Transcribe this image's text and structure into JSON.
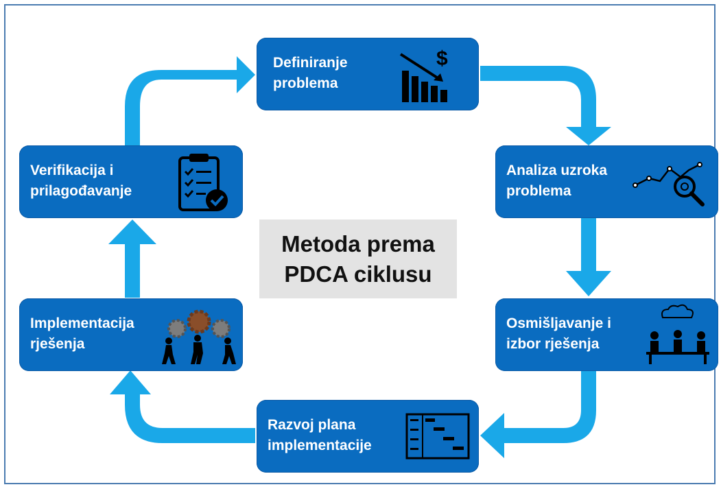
{
  "title": "Metoda prema\nPDCA ciklusu",
  "steps": {
    "define": "Definiranje\nproblema",
    "analyze": "Analiza uzroka\nproblema",
    "design": "Osmišljavanje i\nizbor rješenja",
    "plan": "Razvoj plana\nimplementacije",
    "implement": "Implementacija\nrješenja",
    "verify": "Verifikacija i\nprilagođavanje"
  },
  "icons": {
    "define": "declining-bar-chart-dollar-icon",
    "analyze": "line-chart-magnifier-icon",
    "design": "team-meeting-icon",
    "plan": "gantt-chart-icon",
    "implement": "people-pushing-gears-icon",
    "verify": "checklist-clipboard-icon"
  },
  "colors": {
    "box": "#0a6cc0",
    "arrow": "#1aa8e8",
    "center_bg": "#e3e3e3",
    "border": "#4a7bb0"
  }
}
